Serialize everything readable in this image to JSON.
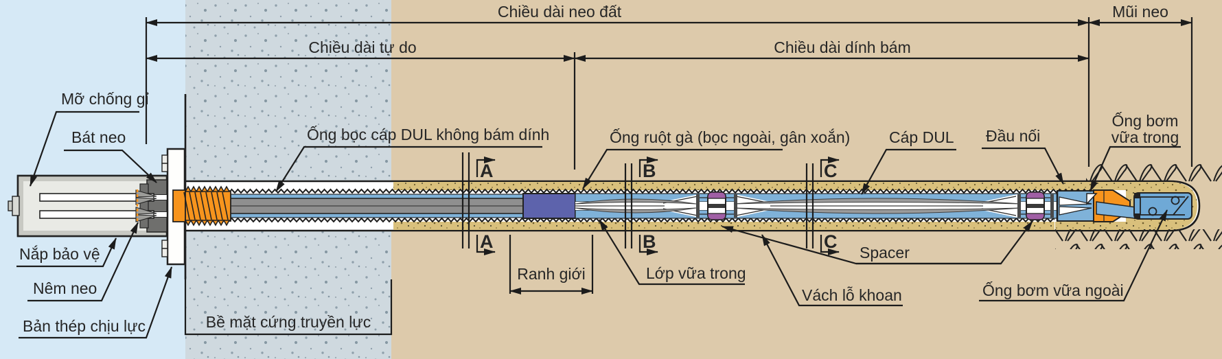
{
  "dims": {
    "anchor_length": "Chiều dài neo đất",
    "free_length": "Chiều dài tự do",
    "bonded_length": "Chiều dài dính bám",
    "anchor_tip": "Mũi neo",
    "boundary": "Ranh giới",
    "hard_surface": "Bề mặt cứng truyền lực"
  },
  "parts": {
    "grease": "Mỡ chống gỉ",
    "anchor_barrel": "Bát neo",
    "protective_cap": "Nắp bảo vệ",
    "anchor_wedge": "Nêm neo",
    "bearing_plate": "Bản thép chịu lực",
    "unbonded_sheath": "Ống bọc cáp DUL không bám dính",
    "corrugated_duct": "Ống ruột gà (bọc ngoài, gân xoắn)",
    "strand": "Cáp DUL",
    "coupler": "Đầu nối",
    "inner_grout_pipe_line1": "Ống bơm",
    "inner_grout_pipe_line2": "vữa trong",
    "inner_grout_layer": "Lớp vữa trong",
    "borehole_wall": "Vách lỗ khoan",
    "spacer": "Spacer",
    "outer_grout_pipe": "Ống bơm vữa ngoài"
  },
  "sections": {
    "a": "A",
    "b": "B",
    "c": "C"
  },
  "colors": {
    "sky": "#d6e9f6",
    "concrete": "#cfd9df",
    "soil": "#ddcaab",
    "grout": "#d9c07c",
    "orange": "#f7941d",
    "boundary_block": "#5d63ac",
    "spacer_cap": "#a05fa5",
    "duct_blue": "#7fb2d9",
    "tip_blue": "#6fa9d6",
    "sheath_gray": "#8f8f8f",
    "line": "#1c1c1c"
  }
}
